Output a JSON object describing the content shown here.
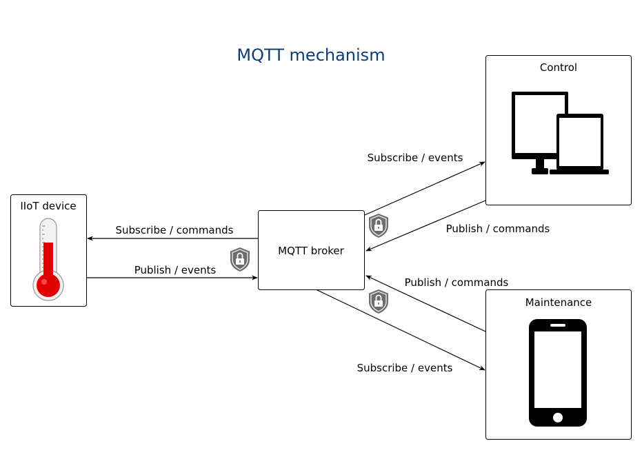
{
  "title": "MQTT mechanism",
  "colors": {
    "title": "#0c3c78",
    "thermo_red": "#e00000",
    "shield": "#6d6d6d"
  },
  "nodes": {
    "iiot": {
      "label": "IIoT device",
      "icon": "thermometer-icon"
    },
    "broker": {
      "label": "MQTT broker"
    },
    "control": {
      "label": "Control",
      "icon": "monitor-tablet-icon"
    },
    "maintenance": {
      "label": "Maintenance",
      "icon": "smartphone-icon"
    }
  },
  "edges": [
    {
      "from": "broker",
      "to": "iiot",
      "label": "Subscribe / commands"
    },
    {
      "from": "iiot",
      "to": "broker",
      "label": "Publish / events"
    },
    {
      "from": "broker",
      "to": "control",
      "label": "Subscribe / events"
    },
    {
      "from": "control",
      "to": "broker",
      "label": "Publish / commands"
    },
    {
      "from": "maintenance",
      "to": "broker",
      "label": "Publish / commands"
    },
    {
      "from": "broker",
      "to": "maintenance",
      "label": "Subscribe / events"
    }
  ],
  "security_icon": "shield-lock-icon"
}
